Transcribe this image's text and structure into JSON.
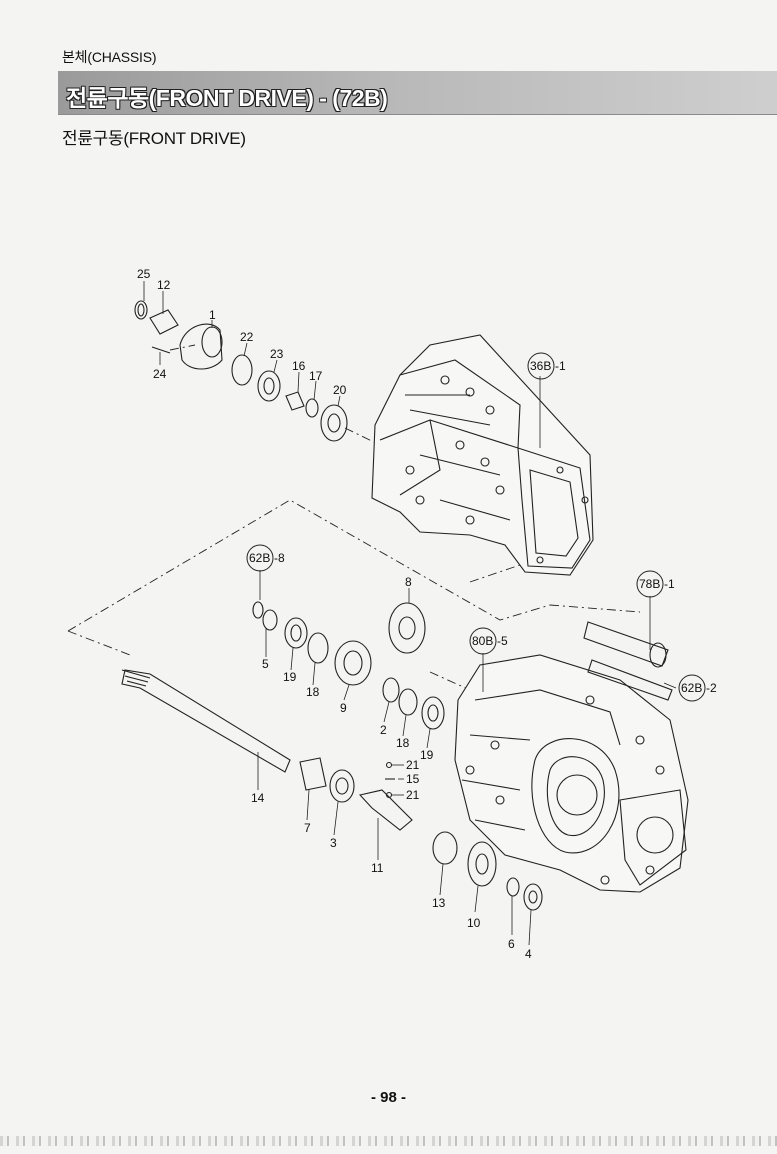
{
  "header": {
    "section_label": "본체(CHASSIS)",
    "title": "전륜구동(FRONT DRIVE) - (72B)",
    "subtitle": "전륜구동(FRONT DRIVE)"
  },
  "diagram": {
    "part_numbers": {
      "p25": "25",
      "p12": "12",
      "p1": "1",
      "p22": "22",
      "p24": "24",
      "p23": "23",
      "p16": "16",
      "p17": "17",
      "p20": "20",
      "p8": "8",
      "p5": "5",
      "p19a": "19",
      "p18a": "18",
      "p9": "9",
      "p2": "2",
      "p18b": "18",
      "p19b": "19",
      "p14": "14",
      "p21a": "21",
      "p15": "15",
      "p21b": "21",
      "p7": "7",
      "p3": "3",
      "p11": "11",
      "p13": "13",
      "p10": "10",
      "p6": "6",
      "p4": "4"
    },
    "references": {
      "r36b": {
        "code": "36B",
        "suffix": "-1"
      },
      "r62b8": {
        "code": "62B",
        "suffix": "-8"
      },
      "r78b": {
        "code": "78B",
        "suffix": "-1"
      },
      "r80b": {
        "code": "80B",
        "suffix": "-5"
      },
      "r62b2": {
        "code": "62B",
        "suffix": "-2"
      }
    }
  },
  "footer": {
    "page_number": "- 98 -"
  }
}
